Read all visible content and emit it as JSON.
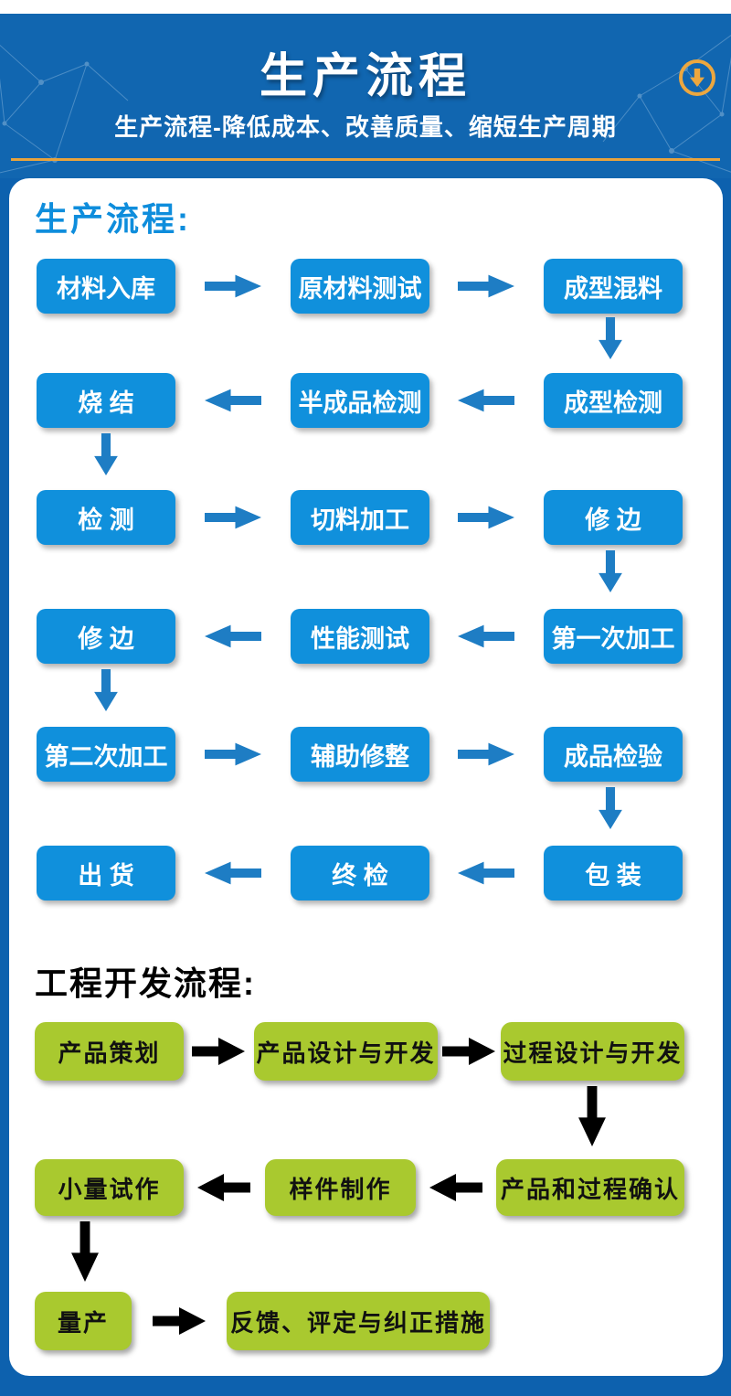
{
  "page": {
    "bg_color": "#0d61ae",
    "card_color": "#ffffff"
  },
  "header": {
    "title": "生产流程",
    "subtitle": "生产流程-降低成本、改善质量、缩短生产周期",
    "accent_color": "#e8a33d",
    "icons": {
      "download": "circle-down-arrow-icon"
    }
  },
  "production": {
    "heading": "生产流程:",
    "heading_color": "#0e8ddc",
    "box_color": "#1090dc",
    "arrow_color": "#1e7dc4",
    "rows": [
      {
        "flow": "right",
        "boxes": [
          "材料入库",
          "原材料测试",
          "成型混料"
        ]
      },
      {
        "flow": "left",
        "boxes": [
          "烧 结",
          "半成品检测",
          "成型检测"
        ]
      },
      {
        "flow": "right",
        "boxes": [
          "检 测",
          "切料加工",
          "修 边"
        ]
      },
      {
        "flow": "left",
        "boxes": [
          "修 边",
          "性能测试",
          "第一次加工"
        ]
      },
      {
        "flow": "right",
        "boxes": [
          "第二次加工",
          "辅助修整",
          "成品检验"
        ]
      },
      {
        "flow": "left",
        "boxes": [
          "出 货",
          "终 检",
          "包 装"
        ]
      }
    ]
  },
  "engineering": {
    "heading": "工程开发流程:",
    "heading_color": "#000000",
    "box_color": "#a9c92f",
    "arrow_color": "#000000",
    "rows": [
      {
        "flow": "right",
        "boxes": [
          "产品策划",
          "产品设计与开发",
          "过程设计与开发"
        ]
      },
      {
        "flow": "left",
        "boxes": [
          "小量试作",
          "样件制作",
          "产品和过程确认"
        ]
      },
      {
        "flow": "right",
        "boxes": [
          "量产",
          "反馈、评定与纠正措施"
        ]
      }
    ]
  }
}
